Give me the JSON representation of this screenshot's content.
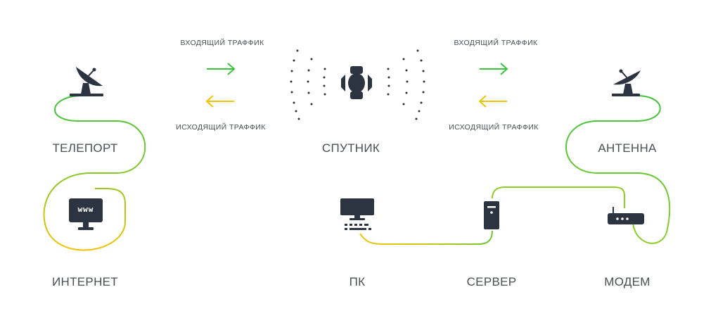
{
  "labels": {
    "teleport": "ТЕЛЕПОРТ",
    "satellite": "СПУТНИК",
    "antenna": "АНТЕННА",
    "internet": "ИНТЕРНЕТ",
    "pc": "ПК",
    "server": "СЕРВЕР",
    "modem": "МОДЕМ"
  },
  "traffic": {
    "left_incoming": "ВХОДЯЩИЙ ТРАФФИК",
    "left_outgoing": "ИСХОДЯЩИЙ ТРАФФИК",
    "right_incoming": "ВХОДЯЩИЙ ТРАФФИК",
    "right_outgoing": "ИСХОДЯЩИЙ ТРАФФИК"
  },
  "monitor_text": "www",
  "colors": {
    "green": "#3cc33c",
    "yellow": "#f2c200",
    "icon": "#2b3440",
    "text": "#4a4f56"
  },
  "icons": {
    "teleport": "satellite-dish-icon",
    "satellite": "satellite-icon",
    "antenna": "satellite-dish-icon",
    "internet": "monitor-www-icon",
    "pc": "desktop-computer-icon",
    "server": "server-tower-icon",
    "modem": "modem-router-icon"
  }
}
